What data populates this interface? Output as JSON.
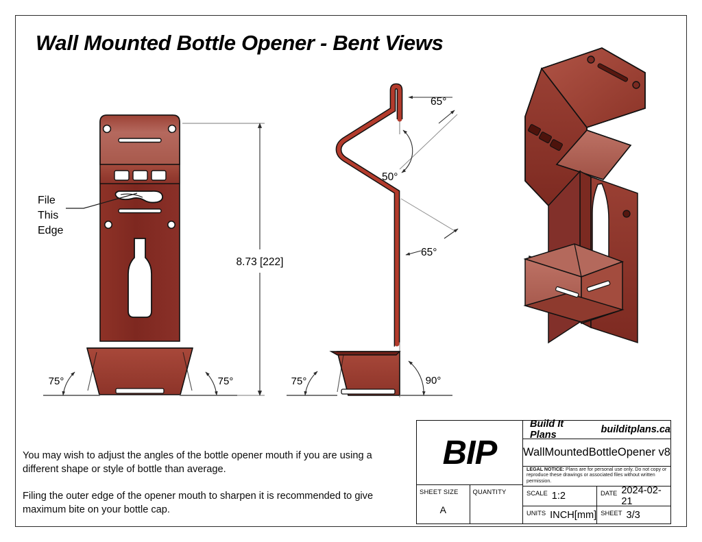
{
  "sheet": {
    "title": "Wall Mounted Bottle Opener - Bent Views",
    "background": "#ffffff",
    "border_color": "#2b2b2b"
  },
  "colors": {
    "metal_dark": "#7e2820",
    "metal_mid": "#8f3327",
    "metal_light": "#b5695e",
    "metal_face": "#a34a3c",
    "outline": "#111111",
    "dimension": "#3a3a3a"
  },
  "views": {
    "front": {
      "name": "front-view",
      "annotation": {
        "label_lines": [
          "File",
          "This",
          "Edge"
        ]
      },
      "angles": [
        {
          "value": "75°",
          "side": "left"
        },
        {
          "value": "75°",
          "side": "right"
        }
      ],
      "dimension": {
        "value": "8.73 [222]",
        "axis": "vertical"
      }
    },
    "side": {
      "name": "side-view",
      "angles": [
        {
          "value": "65°",
          "position": "top"
        },
        {
          "value": "50°",
          "position": "upper-mid"
        },
        {
          "value": "65°",
          "position": "mid"
        },
        {
          "value": "75°",
          "position": "bottom-left"
        },
        {
          "value": "90°",
          "position": "bottom-right"
        }
      ]
    },
    "iso": {
      "name": "isometric-view"
    }
  },
  "notes": [
    "You may wish to adjust the angles of the bottle opener mouth if you are using a different shape or style of bottle than average.",
    "Filing the outer edge of the opener mouth to sharpen it is recommended to give maximum bite on your bottle cap."
  ],
  "title_block": {
    "logo": "BIP",
    "company": "Build It Plans",
    "website": "builditplans.ca",
    "drawing_name": "WallMountedBottleOpener v8",
    "legal_label": "LEGAL NOTICE:",
    "legal_text": " Plans are for personal use only. Do not copy or reproduce these drawings or associated files without written permission.",
    "fields": {
      "sheet_size_label": "SHEET SIZE",
      "sheet_size_value": "A",
      "quantity_label": "QUANTITY",
      "quantity_value": "",
      "scale_label": "SCALE",
      "scale_value": "1:2",
      "date_label": "DATE",
      "date_value": "2024-02-21",
      "units_label": "UNITS",
      "units_value": "INCH[mm]",
      "sheet_label": "SHEET",
      "sheet_value": "3/3"
    }
  }
}
